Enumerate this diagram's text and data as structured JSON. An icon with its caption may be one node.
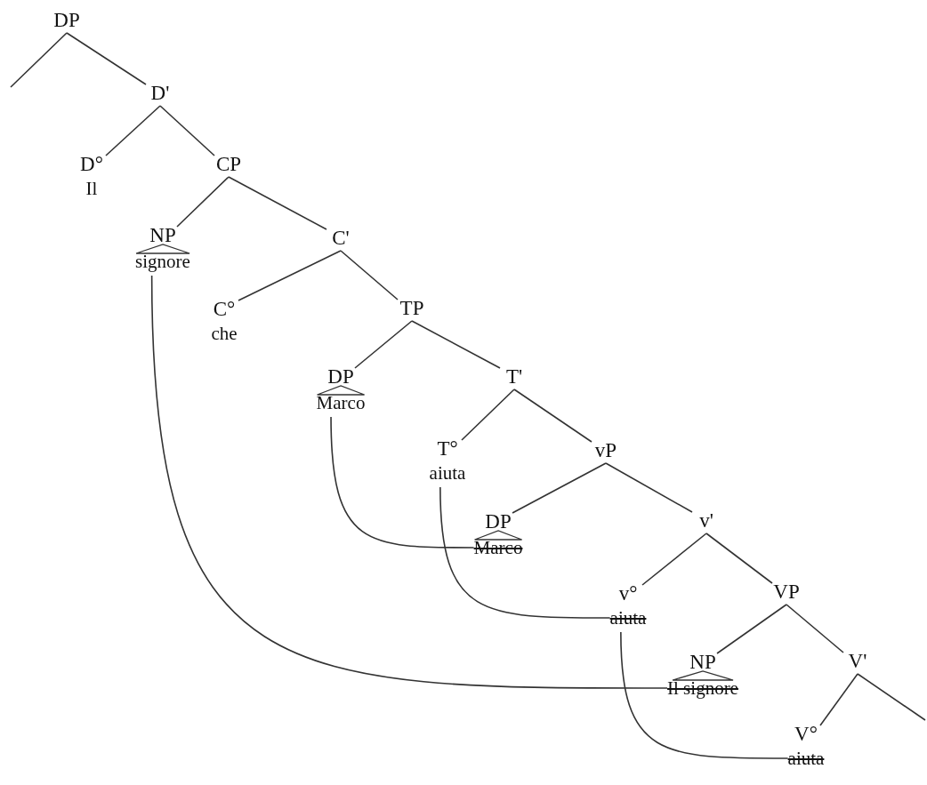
{
  "diagram": {
    "nodes": [
      {
        "text": [
          "DP"
        ]
      },
      {
        "text": [
          "D'"
        ]
      },
      {
        "text": [
          "D°",
          "Il"
        ]
      },
      {
        "text": [
          "CP"
        ]
      },
      {
        "text": [
          "NP",
          "signore"
        ]
      },
      {
        "text": [
          "C'"
        ]
      },
      {
        "text": [
          "C°",
          "che"
        ]
      },
      {
        "text": [
          "TP"
        ]
      },
      {
        "text": [
          "DP",
          "Marco"
        ]
      },
      {
        "text": [
          "T'"
        ]
      },
      {
        "text": [
          "T°",
          "aiuta"
        ]
      },
      {
        "text": [
          "vP"
        ]
      },
      {
        "text": [
          "DP",
          "Marco"
        ]
      },
      {
        "text": [
          "v'"
        ]
      },
      {
        "text": [
          "v°",
          "aiuta"
        ]
      },
      {
        "text": [
          "VP"
        ]
      },
      {
        "text": [
          "NP",
          "Il signore"
        ]
      },
      {
        "text": [
          "V'"
        ]
      },
      {
        "text": [
          "V°",
          "aiuta"
        ]
      }
    ],
    "edges": [
      {
        "from": 0,
        "to": null,
        "arrow": "none"
      },
      {
        "from": 0,
        "to": 1,
        "arrow": "none"
      },
      {
        "from": 1,
        "to": 2,
        "arrow": "none"
      },
      {
        "from": 1,
        "to": 3,
        "arrow": "none"
      },
      {
        "from": 3,
        "to": 4,
        "arrow": "none"
      },
      {
        "from": 3,
        "to": 5,
        "arrow": "none"
      },
      {
        "from": 5,
        "to": 6,
        "arrow": "none"
      },
      {
        "from": 5,
        "to": 7,
        "arrow": "none"
      },
      {
        "from": 7,
        "to": 8,
        "arrow": "none"
      },
      {
        "from": 7,
        "to": 9,
        "arrow": "none"
      },
      {
        "from": 9,
        "to": 10,
        "arrow": "none"
      },
      {
        "from": 9,
        "to": 11,
        "arrow": "none"
      },
      {
        "from": 11,
        "to": 12,
        "arrow": "none"
      },
      {
        "from": 11,
        "to": 13,
        "arrow": "none"
      },
      {
        "from": 13,
        "to": 14,
        "arrow": "none"
      },
      {
        "from": 13,
        "to": 15,
        "arrow": "none"
      },
      {
        "from": 15,
        "to": 16,
        "arrow": "none"
      },
      {
        "from": 15,
        "to": 17,
        "arrow": "none"
      },
      {
        "from": 17,
        "to": 18,
        "arrow": "none"
      },
      {
        "from": 17,
        "to": null,
        "arrow": "none"
      },
      {
        "from": 16,
        "to": 4,
        "arrow": "none"
      },
      {
        "from": 12,
        "to": 8,
        "arrow": "none"
      },
      {
        "from": 14,
        "to": 10,
        "arrow": "none"
      },
      {
        "from": 18,
        "to": 14,
        "arrow": "none"
      }
    ]
  }
}
